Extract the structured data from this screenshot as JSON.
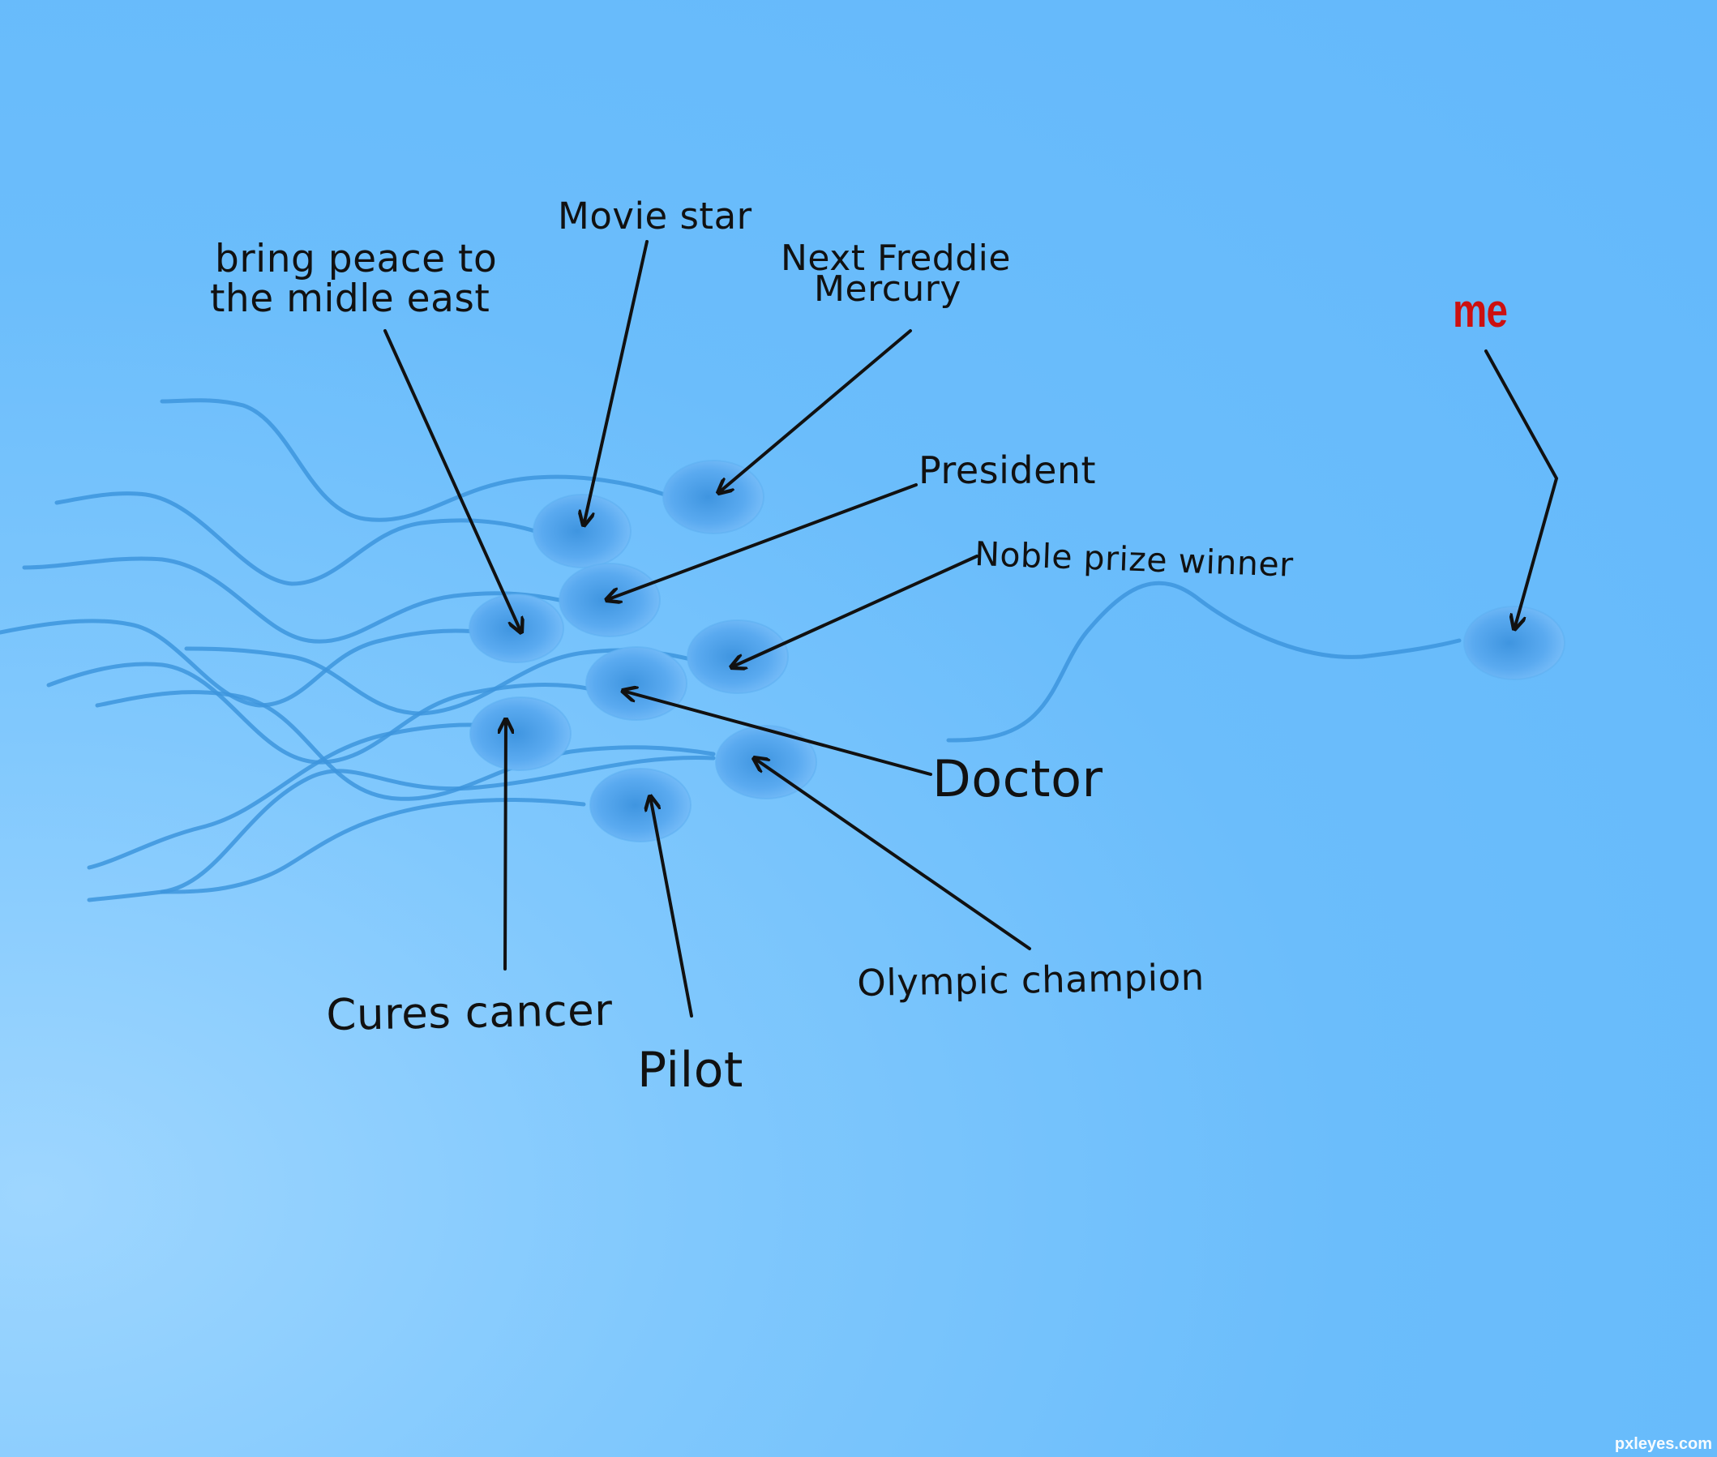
{
  "labels": {
    "peace_line1": "bring peace to",
    "peace_line2": "the midle east",
    "movie_star": "Movie star",
    "freddie_line1": "Next Freddie",
    "freddie_line2": "Mercury",
    "president": "President",
    "noble": "Noble prize winner",
    "doctor": "Doctor",
    "olympic": "Olympic champion",
    "cancer": "Cures cancer",
    "pilot": "Pilot",
    "me": "me"
  },
  "watermark": "pxleyes.com",
  "colors": {
    "me_label": "#cc1010",
    "cell_head": "#4aa0e8",
    "tail": "#3d95dd",
    "arrow": "#111111"
  }
}
